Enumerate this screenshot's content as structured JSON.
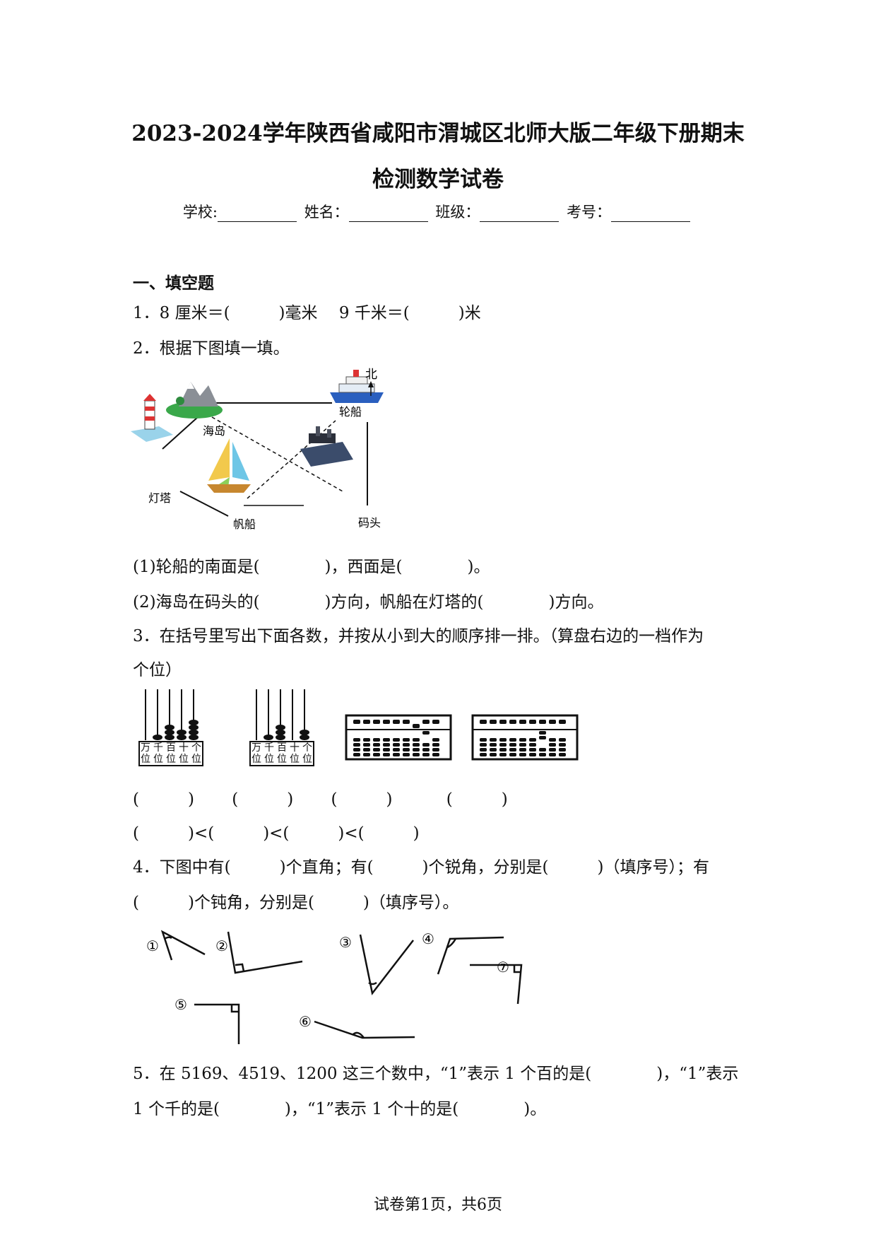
{
  "header": {
    "title_line1": "2023-2024学年陕西省咸阳市渭城区北师大版二年级下册期末",
    "title_line2": "检测数学试卷",
    "info_fields": [
      "学校:",
      "姓名：",
      "班级：",
      "考号："
    ]
  },
  "section1": {
    "title": "一、填空题"
  },
  "q1": {
    "text": "1．8 厘米＝(　　　)毫米　 9 千米＝(　　　)米"
  },
  "q2": {
    "text": "2．根据下图填一填。",
    "map": {
      "labels": {
        "island": "海岛",
        "steamship": "轮船",
        "lighthouse": "灯塔",
        "sailboat": "帆船",
        "dock": "码头",
        "north": "北"
      }
    },
    "sub1": "(1)轮船的南面是(　　　　)，西面是(　　　　)。",
    "sub2": "(2)海岛在码头的(　　　　)方向，帆船在灯塔的(　　　　)方向。"
  },
  "q3": {
    "text_line1": "3．在括号里写出下面各数，并按从小到大的顺序排一排。（算盘右边的一档作为",
    "text_line2": "个位）",
    "abacus_labels": [
      "万位",
      "千位",
      "百位",
      "十位",
      "个位"
    ],
    "answers_row": "(　　　)　　 (　　　)　　 (　　　)　　　 (　　　)",
    "compare_row": "(　　　)<(　　　)<(　　　)<(　　　)"
  },
  "q4": {
    "text_line1": "4．下图中有(　　　)个直角；有(　　　)个锐角，分别是(　　　)（填序号）；有",
    "text_line2": "(　　　)个钝角，分别是(　　　)（填序号）。",
    "angle_markers": [
      "①",
      "②",
      "③",
      "④",
      "⑤",
      "⑥",
      "⑦"
    ]
  },
  "q5": {
    "text_line1": "5．在 5169、4519、1200 这三个数中，“1”表示 1 个百的是(　　　　)，“1”表示",
    "text_line2": "1 个千的是(　　　　)，“1”表示 1 个十的是(　　　　)。"
  },
  "footer": {
    "text": "试卷第1页，共6页"
  }
}
